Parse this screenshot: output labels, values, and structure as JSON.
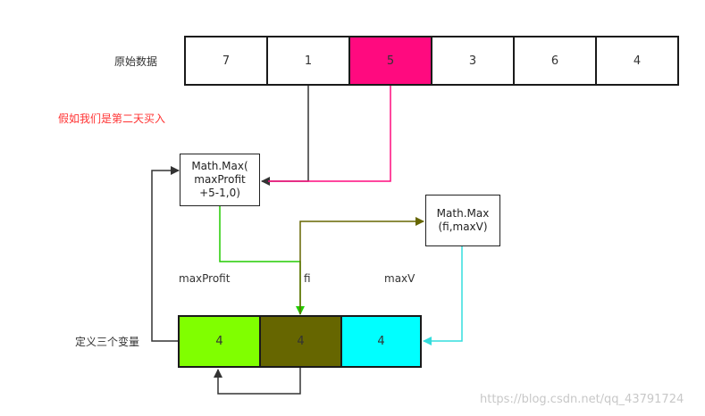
{
  "original_array": {
    "label": "原始数据",
    "values": [
      "7",
      "1",
      "5",
      "3",
      "6",
      "4"
    ],
    "highlight_index": 2,
    "highlight_color": "#ff0a7f"
  },
  "note": {
    "text": "假如我们是第二天买入",
    "color": "#ff3333"
  },
  "max_profit_box": {
    "lines": [
      "Math.Max(",
      "maxProfit",
      "+5-1,0)"
    ]
  },
  "max_fi_box": {
    "lines": [
      "Math.Max",
      "(fi,maxV)"
    ]
  },
  "variables": {
    "label": "定义三个变量",
    "names": [
      "maxProfit",
      "fi",
      "maxV"
    ],
    "values": [
      "4",
      "4",
      "4"
    ],
    "colors": [
      "#80ff00",
      "#666600",
      "#00ffff"
    ]
  },
  "watermark": "https://blog.csdn.net/qq_43791724"
}
